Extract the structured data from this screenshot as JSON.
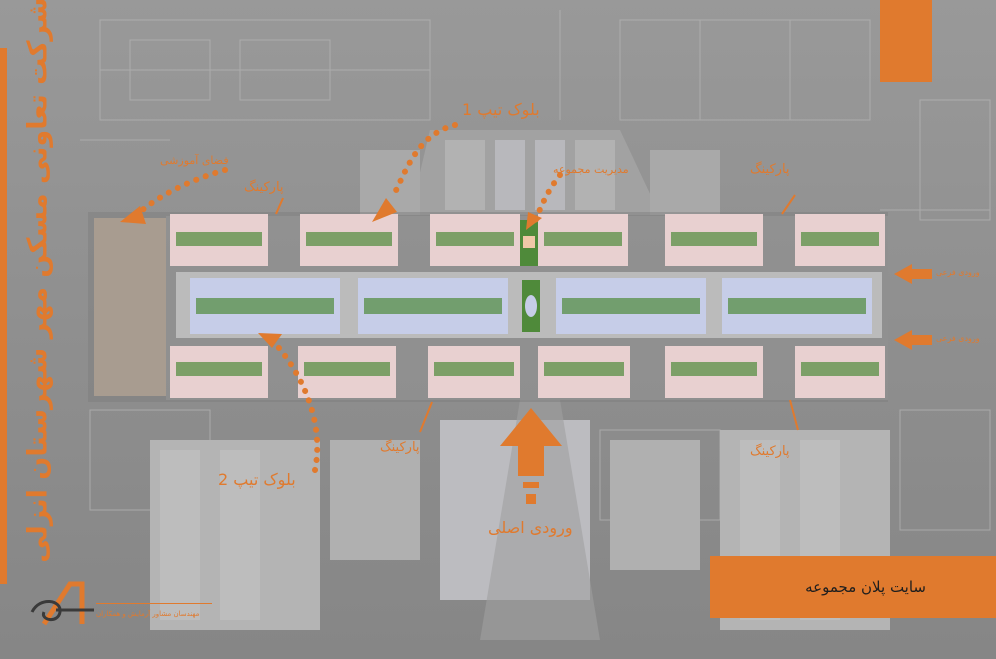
{
  "company_title": "شرکت تعاونی مسکن مهر شهرستان انزلی",
  "labels": {
    "block_type_1": "بلوک تیپ 1",
    "block_type_2": "بلوک تیپ 2",
    "complex_management": "مدیریت مجموعه",
    "educational_space": "فضای آموزشی",
    "parking_left": "پارکینگ",
    "parking_right_top": "پارکینگ",
    "parking_bottom_mid": "پارکینگ",
    "parking_bottom_right": "پارکینگ",
    "side_entrance_1": "ورودی فرعی",
    "side_entrance_2": "ورودی فرعی",
    "main_entrance": "ورودی اصلی"
  },
  "info_box": {
    "text": "سایت پلان مجموعه"
  },
  "logo": {
    "letter": "A",
    "company": "مهندسان مشاور آرمایش و همکاران"
  },
  "colors": {
    "accent": "#e07a2e",
    "building_pink": "#e8d0d0",
    "building_blue": "#c6cde8",
    "green": "#4f8a3a",
    "background_gray": "#8f8f8f"
  }
}
